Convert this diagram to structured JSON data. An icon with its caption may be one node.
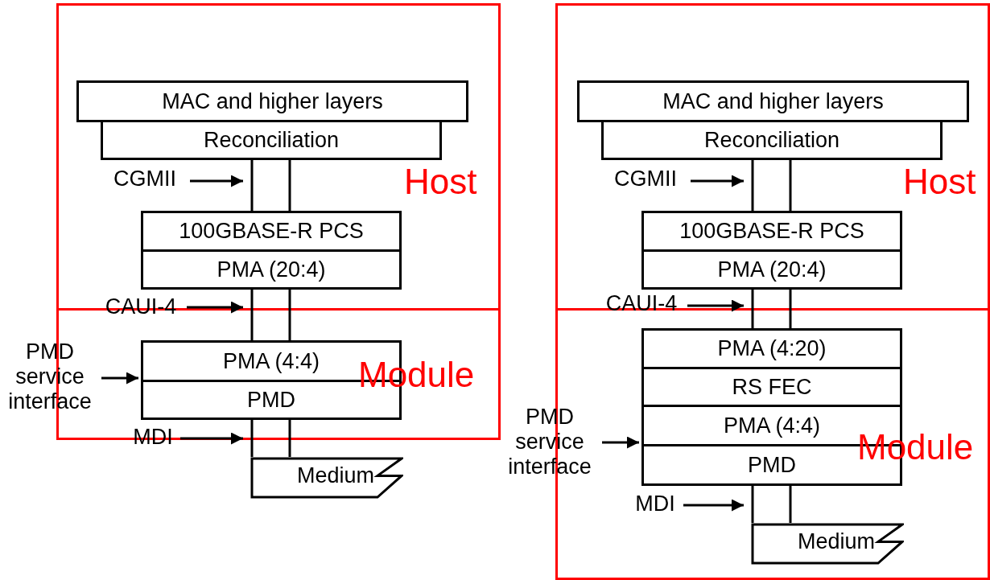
{
  "diagram": {
    "nodes": [
      {
        "text": [
          "Host"
        ]
      },
      {
        "text": [
          "Module"
        ]
      },
      {
        "text": [
          "MAC and higher layers"
        ],
        "in": 0
      },
      {
        "text": [
          "Reconciliation"
        ],
        "in": 0
      },
      {
        "text": [
          "100GBASE-R PCS"
        ],
        "in": 0
      },
      {
        "text": [
          "PMA (20:4)"
        ],
        "in": 0
      },
      {
        "text": [
          "PMA (4:4)"
        ],
        "in": 1
      },
      {
        "text": [
          "PMD"
        ],
        "in": 1
      },
      {
        "text": [
          "Medium"
        ]
      },
      {
        "text": [
          "CGMII"
        ],
        "in": 0
      },
      {
        "text": [
          "CAUI-4"
        ]
      },
      {
        "text": [
          "PMD service interface"
        ]
      },
      {
        "text": [
          "MDI"
        ]
      },
      {
        "text": [
          "Host"
        ]
      },
      {
        "text": [
          "Module"
        ]
      },
      {
        "text": [
          "MAC and higher layers"
        ],
        "in": 13
      },
      {
        "text": [
          "Reconciliation"
        ],
        "in": 13
      },
      {
        "text": [
          "100GBASE-R PCS"
        ],
        "in": 13
      },
      {
        "text": [
          "PMA (20:4)"
        ],
        "in": 13
      },
      {
        "text": [
          "PMA (4:20)"
        ],
        "in": 14
      },
      {
        "text": [
          "RS FEC"
        ],
        "in": 14
      },
      {
        "text": [
          "PMA (4:4)"
        ],
        "in": 14
      },
      {
        "text": [
          "PMD"
        ],
        "in": 14
      },
      {
        "text": [
          "Medium"
        ],
        "in": 14
      },
      {
        "text": [
          "CGMII"
        ],
        "in": 13
      },
      {
        "text": [
          "CAUI-4"
        ],
        "in": 13
      },
      {
        "text": [
          "PMD service interface"
        ]
      },
      {
        "text": [
          "MDI"
        ],
        "in": 14
      }
    ],
    "edges": [
      {
        "from": 3,
        "to": 4,
        "arrow": "none"
      },
      {
        "from": 3,
        "to": 4,
        "arrow": "none"
      },
      {
        "from": 5,
        "to": 6,
        "arrow": "none"
      },
      {
        "from": 5,
        "to": 6,
        "arrow": "none"
      },
      {
        "from": 7,
        "to": 8,
        "arrow": "none"
      },
      {
        "from": 7,
        "to": 8,
        "arrow": "none"
      },
      {
        "from": 9,
        "to": 3,
        "arrow": "to"
      },
      {
        "from": 10,
        "to": 5,
        "arrow": "to"
      },
      {
        "from": 11,
        "to": 7,
        "arrow": "to"
      },
      {
        "from": 12,
        "to": 7,
        "arrow": "to"
      },
      {
        "from": 16,
        "to": 17,
        "arrow": "none"
      },
      {
        "from": 16,
        "to": 17,
        "arrow": "none"
      },
      {
        "from": 18,
        "to": 19,
        "arrow": "none"
      },
      {
        "from": 18,
        "to": 19,
        "arrow": "none"
      },
      {
        "from": 22,
        "to": 23,
        "arrow": "none"
      },
      {
        "from": 22,
        "to": 23,
        "arrow": "none"
      },
      {
        "from": 24,
        "to": 16,
        "arrow": "to"
      },
      {
        "from": 25,
        "to": 18,
        "arrow": "to"
      },
      {
        "from": 26,
        "to": 21,
        "arrow": "to"
      },
      {
        "from": 27,
        "to": 23,
        "arrow": "to"
      }
    ]
  }
}
